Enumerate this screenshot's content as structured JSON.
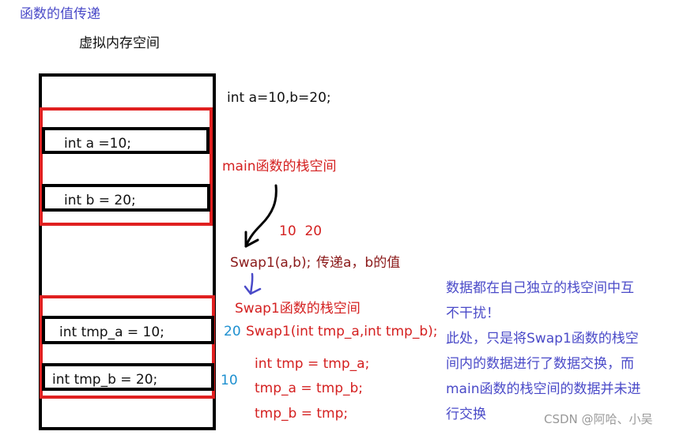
{
  "title": "函数的值传递",
  "memory_label": "虚拟内存空间",
  "main_frame": {
    "label": "main函数的栈空间",
    "var_a": "int a =10;",
    "var_b": "int b = 20;"
  },
  "swap_frame": {
    "label": "Swap1函数的栈空间",
    "var_tmp_a": "int tmp_a = 10;",
    "var_tmp_b": "int tmp_b = 20;",
    "value_after_a": "20",
    "value_after_b": "10"
  },
  "code": {
    "decl": "int a=10,b=20;",
    "passed_values": "10  20",
    "call": "Swap1(a,b);",
    "call_note": "传递a，b的值",
    "signature": "Swap1(int tmp_a,int tmp_b);",
    "line1": "int tmp = tmp_a;",
    "line2": "tmp_a = tmp_b;",
    "line3": "tmp_b = tmp;"
  },
  "explanation": {
    "line1": "数据都在自己独立的栈空间中互",
    "line2": "不干扰！",
    "line3": "此处，只是将Swap1函数的栈空",
    "line4": "间内的数据进行了数据交换，而",
    "line5": "main函数的栈空间的数据并未进",
    "line6": "行交换"
  },
  "watermark": "CSDN @阿哈、小吴",
  "colors": {
    "title": "#4a4ac8",
    "frame_border": "#e02020",
    "box_border": "#000000",
    "note_red": "#d42020",
    "note_blue": "#4a4ac8",
    "swap_value": "#1e90d0"
  }
}
